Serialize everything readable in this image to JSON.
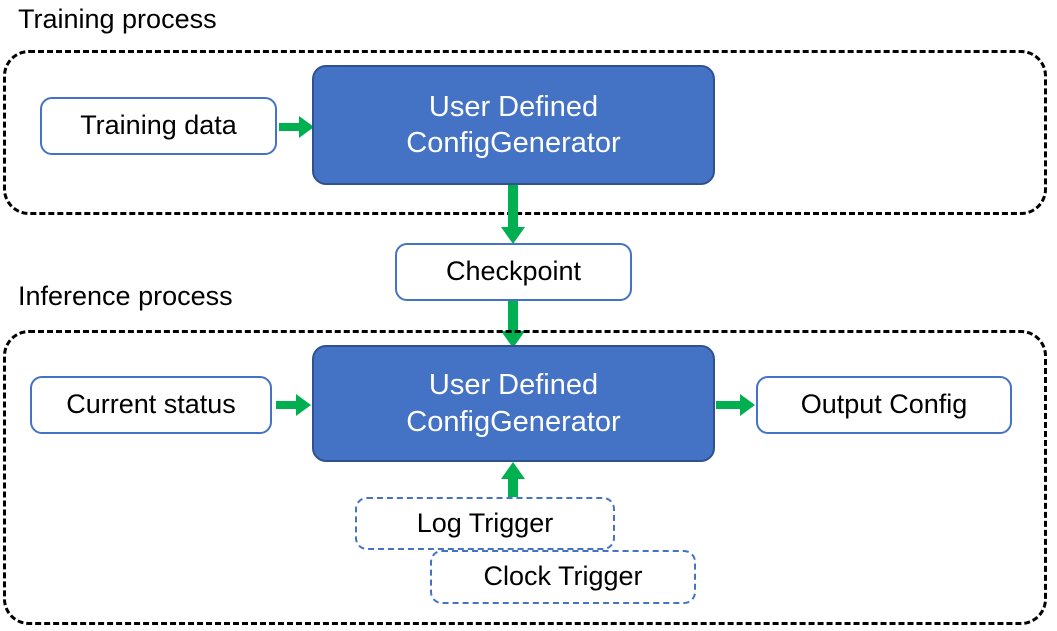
{
  "diagram": {
    "title_top": "Training process",
    "title_bottom": "Inference process",
    "colors": {
      "node_blue_fill": "#4472C4",
      "node_blue_stroke": "#2F528F",
      "node_white_stroke": "#4472C4",
      "arrow_green": "#00B050",
      "group_border": "#000000",
      "text_dark": "#000000",
      "text_light": "#FFFFFF"
    },
    "groups": [
      {
        "name": "training-process",
        "caption": "Training process"
      },
      {
        "name": "inference-process",
        "caption": "Inference process"
      }
    ],
    "nodes": {
      "training_data": "Training data",
      "generator_training": "User Defined\nConfigGenerator",
      "checkpoint": "Checkpoint",
      "current_status": "Current status",
      "generator_inference": "User Defined\nConfigGenerator",
      "output_config": "Output Config",
      "log_trigger": "Log Trigger",
      "clock_trigger": "Clock Trigger"
    },
    "arrows": [
      {
        "name": "training-data-to-generator",
        "from": "Training data",
        "to": "User Defined ConfigGenerator",
        "direction": "right"
      },
      {
        "name": "generator-to-checkpoint",
        "from": "User Defined ConfigGenerator",
        "to": "Checkpoint",
        "direction": "down"
      },
      {
        "name": "checkpoint-to-generator",
        "from": "Checkpoint",
        "to": "User Defined ConfigGenerator",
        "direction": "down"
      },
      {
        "name": "current-status-to-generator",
        "from": "Current status",
        "to": "User Defined ConfigGenerator",
        "direction": "right"
      },
      {
        "name": "generator-to-output-config",
        "from": "User Defined ConfigGenerator",
        "to": "Output Config",
        "direction": "right"
      },
      {
        "name": "log-trigger-to-generator",
        "from": "Log Trigger",
        "to": "User Defined ConfigGenerator",
        "direction": "up"
      }
    ]
  }
}
